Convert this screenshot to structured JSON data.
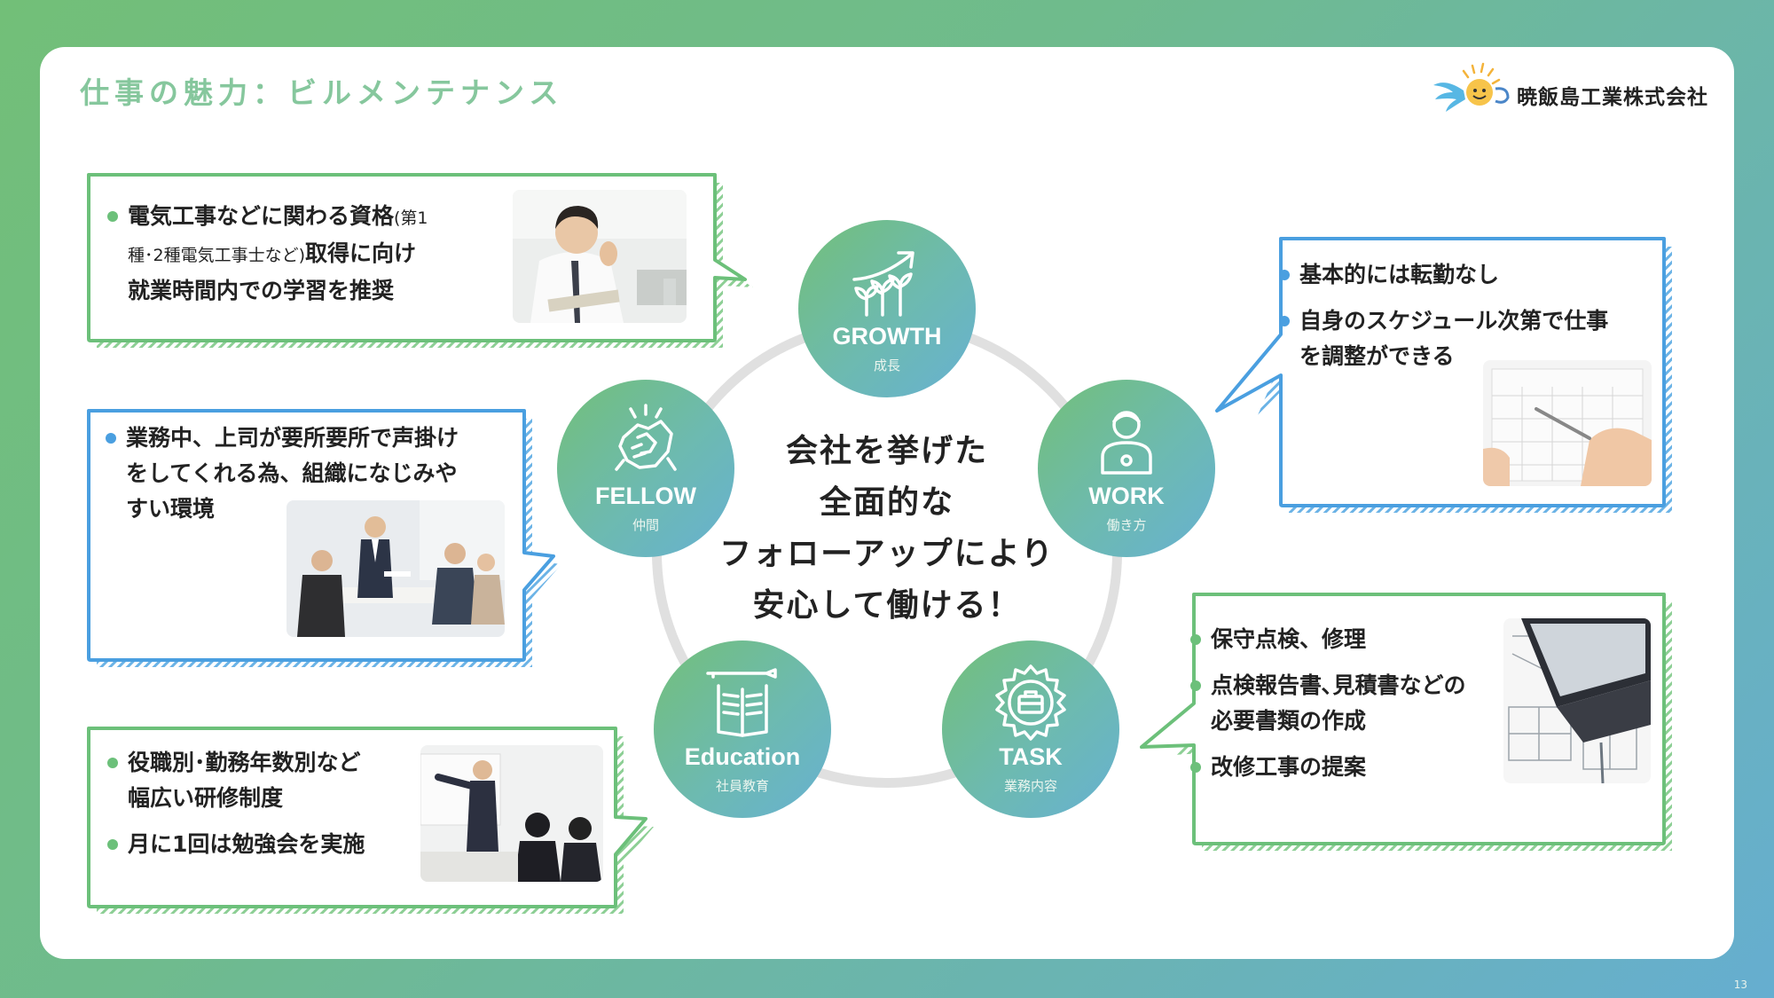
{
  "header": {
    "title": "仕事の魅力：ビルメンテナンス",
    "company": "暁飯島工業株式会社"
  },
  "center_text": [
    "会社を挙げた",
    "全面的な",
    "フォローアップにより",
    "安心して働ける！"
  ],
  "nodes": {
    "growth": {
      "en": "GROWTH",
      "jp": "成長",
      "icon": "sprout-growth-icon"
    },
    "fellow": {
      "en": "FELLOW",
      "jp": "仲間",
      "icon": "handshake-icon"
    },
    "work": {
      "en": "WORK",
      "jp": "働き方",
      "icon": "worker-laptop-icon"
    },
    "education": {
      "en": "Education",
      "jp": "社員教育",
      "icon": "book-pencil-icon"
    },
    "task": {
      "en": "TASK",
      "jp": "業務内容",
      "icon": "gear-briefcase-icon"
    }
  },
  "bubbles": {
    "growth": {
      "a": "電気工事などに関わる資格",
      "b": "(第1",
      "c": "種･2種電気工事士など)",
      "d": "取得に向け",
      "e": "就業時間内での学習を推奨"
    },
    "fellow": {
      "l1": "業務中、上司が要所要所で声掛け",
      "l2": "をしてくれる為、組織になじみや",
      "l3": "すい環境"
    },
    "education": {
      "i1a": "役職別･勤務年数別など",
      "i1b": "幅広い研修制度",
      "i2": "月に1回は勉強会を実施"
    },
    "work": {
      "i1": "基本的には転勤なし",
      "i2a": "自身のスケジュール次第で仕事",
      "i2b": "を調整ができる"
    },
    "task": {
      "i1": "保守点検、修理",
      "i2a": "点検報告書､見積書などの",
      "i2b": "必要書類の作成",
      "i3": "改修工事の提案"
    }
  },
  "colors": {
    "green": "#6cc07a",
    "blue": "#4a9fe0",
    "title": "#86c79d"
  },
  "page_number": "13"
}
